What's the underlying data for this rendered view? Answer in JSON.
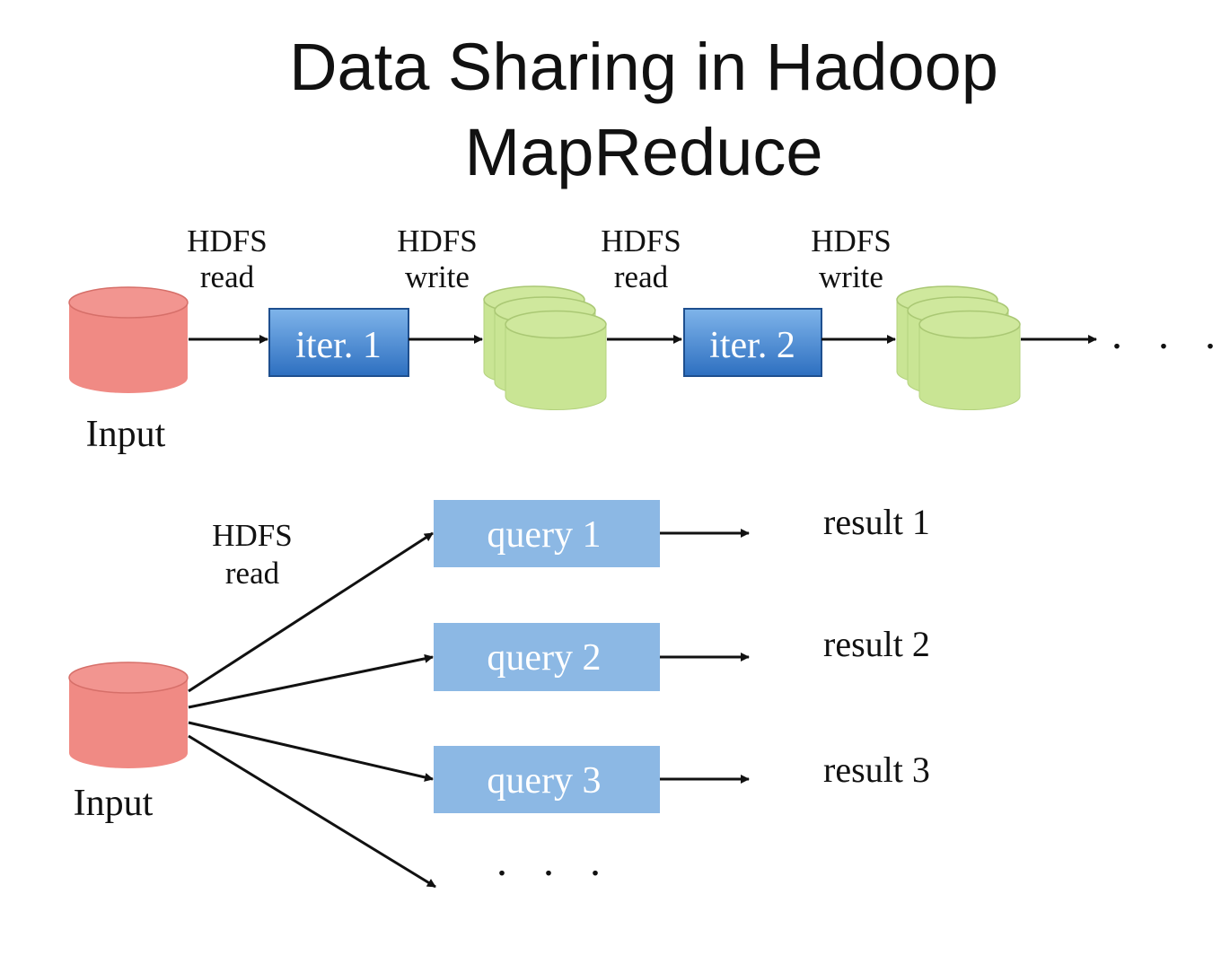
{
  "title": {
    "line1": "Data Sharing in Hadoop",
    "line2": "MapReduce"
  },
  "colors": {
    "input_db": "#f08a84",
    "intermediate_db": "#c9e594",
    "iter_box": "#3f84d0",
    "query_box": "#8cb8e4"
  },
  "top_flow": {
    "input_label": "Input",
    "steps": [
      {
        "hdfs": "HDFS",
        "op": "read"
      },
      {
        "hdfs": "HDFS",
        "op": "write"
      },
      {
        "hdfs": "HDFS",
        "op": "read"
      },
      {
        "hdfs": "HDFS",
        "op": "write"
      }
    ],
    "iterations": [
      "iter. 1",
      "iter. 2"
    ],
    "continuation": ". . ."
  },
  "bottom_flow": {
    "input_label": "Input",
    "read_label": {
      "hdfs": "HDFS",
      "op": "read"
    },
    "queries": [
      "query 1",
      "query 2",
      "query 3"
    ],
    "results": [
      "result 1",
      "result 2",
      "result 3"
    ],
    "continuation": ". . ."
  }
}
